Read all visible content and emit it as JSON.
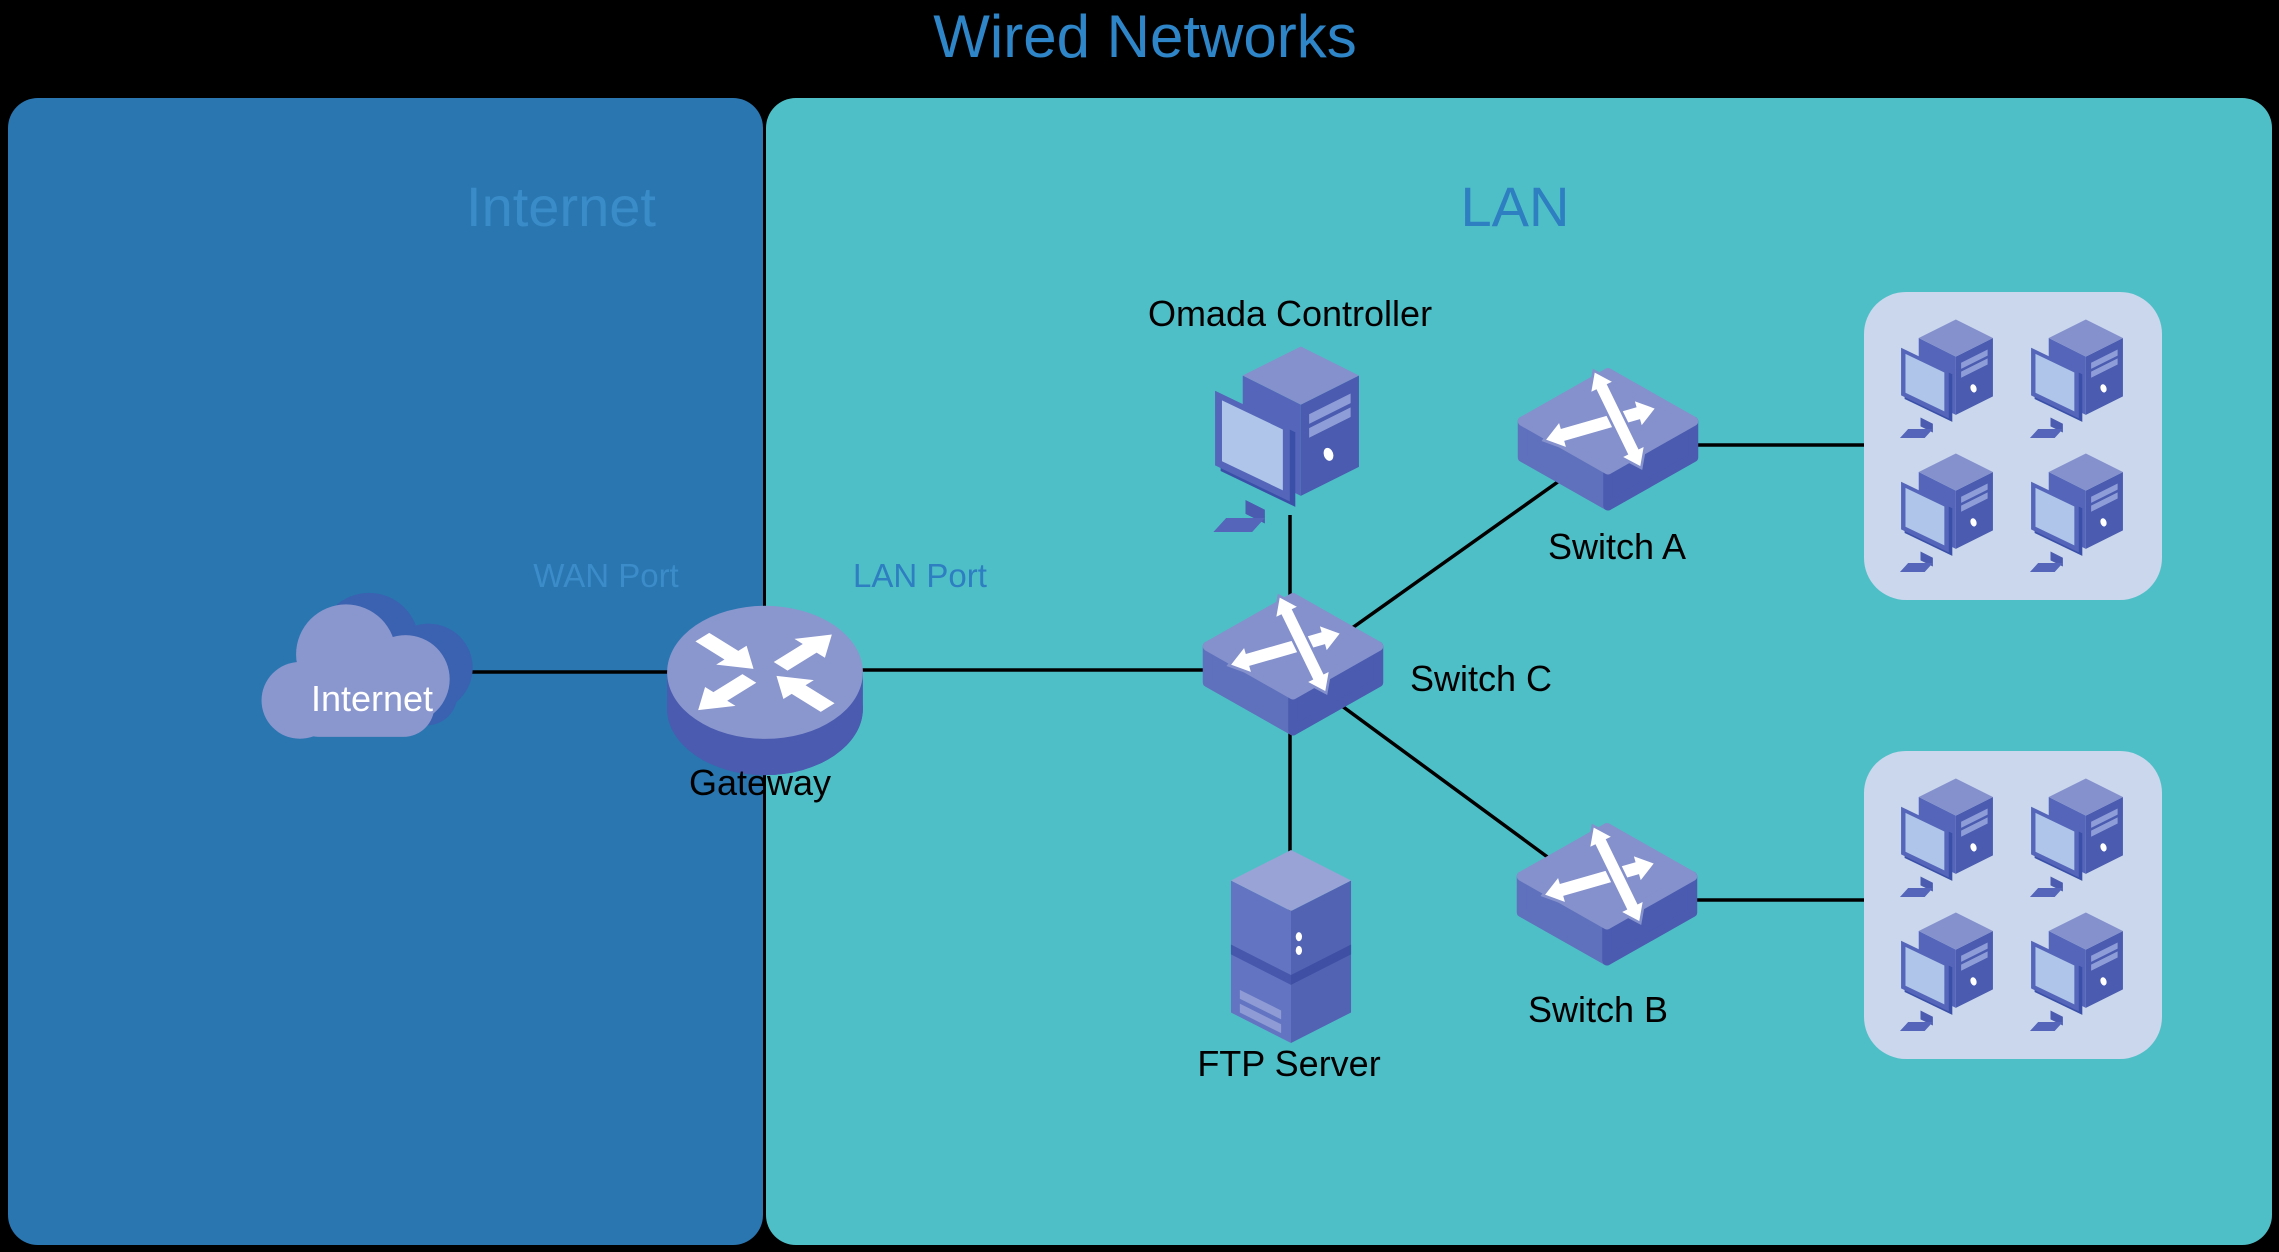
{
  "title": {
    "text": "Wired Networks",
    "color": "#2e86c8"
  },
  "zones": {
    "internet": {
      "label": "Internet",
      "bg_color": "#2976b1",
      "label_color": "#3a8cc9"
    },
    "lan": {
      "label": "LAN",
      "bg_color": "#4fbfc7",
      "label_color": "#2e7ec2"
    }
  },
  "port_labels": {
    "wan": "WAN Port",
    "lan": "LAN Port"
  },
  "nodes": {
    "internet_cloud": {
      "label": "Internet"
    },
    "gateway": {
      "label": "Gateway"
    },
    "omada_controller": {
      "label": "Omada Controller"
    },
    "switch_a": {
      "label": "Switch A"
    },
    "switch_b": {
      "label": "Switch B"
    },
    "switch_c": {
      "label": "Switch C"
    },
    "ftp_server": {
      "label": "FTP Server"
    },
    "client_group_top": {
      "computers": 4
    },
    "client_group_bottom": {
      "computers": 4
    }
  },
  "connections": [
    {
      "from": "internet_cloud",
      "to": "gateway"
    },
    {
      "from": "gateway",
      "to": "switch_c"
    },
    {
      "from": "switch_c",
      "to": "omada_controller"
    },
    {
      "from": "switch_c",
      "to": "switch_a"
    },
    {
      "from": "switch_c",
      "to": "switch_b"
    },
    {
      "from": "switch_c",
      "to": "ftp_server"
    },
    {
      "from": "switch_a",
      "to": "client_group_top"
    },
    {
      "from": "switch_b",
      "to": "client_group_bottom"
    }
  ],
  "icon_colors": {
    "device_light": "#8a96ce",
    "device_mid": "#5566ba",
    "device_dark": "#4a5bb0",
    "screen": "#afc5e9",
    "cloud_shadow": "#3a62b0",
    "client_box_bg": "#cbd7ed",
    "wire": "#000000"
  }
}
